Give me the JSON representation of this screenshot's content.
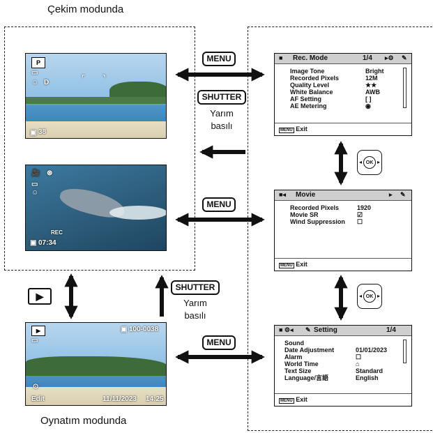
{
  "labels": {
    "capture_mode": "Çekim modunda",
    "playback_mode": "Oynatım modunda"
  },
  "buttons": {
    "menu": "MENU",
    "shutter": "SHUTTER",
    "half_press_1": "Yarım",
    "half_press_2": "basılı"
  },
  "icons": {
    "ok_center": "OK",
    "ok_left": "◂",
    "ok_right": "▸",
    "play": "▶"
  },
  "screen_capture": {
    "mode": "P",
    "shots": "38"
  },
  "screen_movie": {
    "time": "07:34",
    "rec": "REC"
  },
  "screen_playback": {
    "file_no": "100-0038",
    "edit": "Edit",
    "date": "11/11/2023",
    "time": "14:25"
  },
  "menu_rec": {
    "title": "Rec. Mode",
    "page": "1/4",
    "items": [
      {
        "label": "Image Tone",
        "value": "Bright"
      },
      {
        "label": "Recorded Pixels",
        "value": "12M"
      },
      {
        "label": "Quality Level",
        "value": "★★"
      },
      {
        "label": "White Balance",
        "value": "AWB"
      },
      {
        "label": "AF Setting",
        "value": "[ ]"
      },
      {
        "label": "AE Metering",
        "value": "◉"
      }
    ],
    "footer_key": "MENU",
    "footer": "Exit"
  },
  "menu_movie": {
    "title": "Movie",
    "items": [
      {
        "label": "Recorded Pixels",
        "value": "1920"
      },
      {
        "label": "Movie SR",
        "value": "☑"
      },
      {
        "label": "Wind Suppression",
        "value": "☐"
      }
    ],
    "footer_key": "MENU",
    "footer": "Exit"
  },
  "menu_setting": {
    "title": "Setting",
    "page": "1/4",
    "items": [
      {
        "label": "Sound",
        "value": ""
      },
      {
        "label": "Date Adjustment",
        "value": "01/01/2023"
      },
      {
        "label": "Alarm",
        "value": "☐"
      },
      {
        "label": "World Time",
        "value": "⌂"
      },
      {
        "label": "Text Size",
        "value": "Standard"
      },
      {
        "label": "Language/言語",
        "value": "English"
      }
    ],
    "footer_key": "MENU",
    "footer": "Exit"
  },
  "colors": {
    "sky": "#9fc6e8",
    "sea": "#3d86b8",
    "sand": "#e6dcc0",
    "water_dark": "#2c5a78"
  }
}
